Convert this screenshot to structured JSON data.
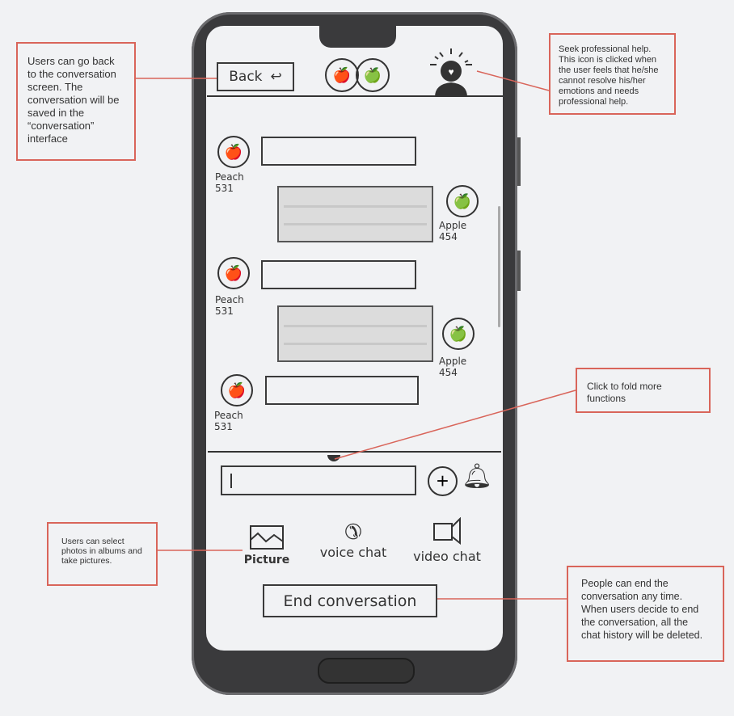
{
  "header": {
    "back_label": "Back",
    "back_icon": "return-arrow-icon",
    "pair_icon": "paired-apple-avatars-icon",
    "help_icon": "professional-help-person-icon"
  },
  "messages": [
    {
      "sender": "Peach 531",
      "side": "left",
      "bubble": "empty"
    },
    {
      "sender": "Apple 454",
      "side": "right",
      "bubble": "gray"
    },
    {
      "sender": "Peach 531",
      "side": "left",
      "bubble": "empty"
    },
    {
      "sender": "Apple 454",
      "side": "right",
      "bubble": "gray"
    },
    {
      "sender": "Peach 531",
      "side": "left",
      "bubble": "empty"
    }
  ],
  "input": {
    "value": "",
    "icons": [
      "plus-circle-icon",
      "bell-icon"
    ]
  },
  "functions": [
    {
      "label": "Picture",
      "icon": "picture-icon"
    },
    {
      "label": "voice chat",
      "icon": "phone-icon"
    },
    {
      "label": "video chat",
      "icon": "video-camera-icon"
    }
  ],
  "end_button": "End conversation",
  "annotations": {
    "back": "Users can go back to the conversation screen. The conversation will be saved in the “conversation” interface",
    "help": "Seek professional help. This icon is clicked when the user feels that he/she cannot resolve his/her emotions and needs professional help.",
    "fold": "Click to fold more functions",
    "picture": "Users can select photos in albums and take pictures.",
    "end": "People can end the conversation any time. When users decide to end the conversation, all the chat history will be deleted."
  },
  "colors": {
    "annotation": "#d9655a",
    "ink": "#333333"
  }
}
